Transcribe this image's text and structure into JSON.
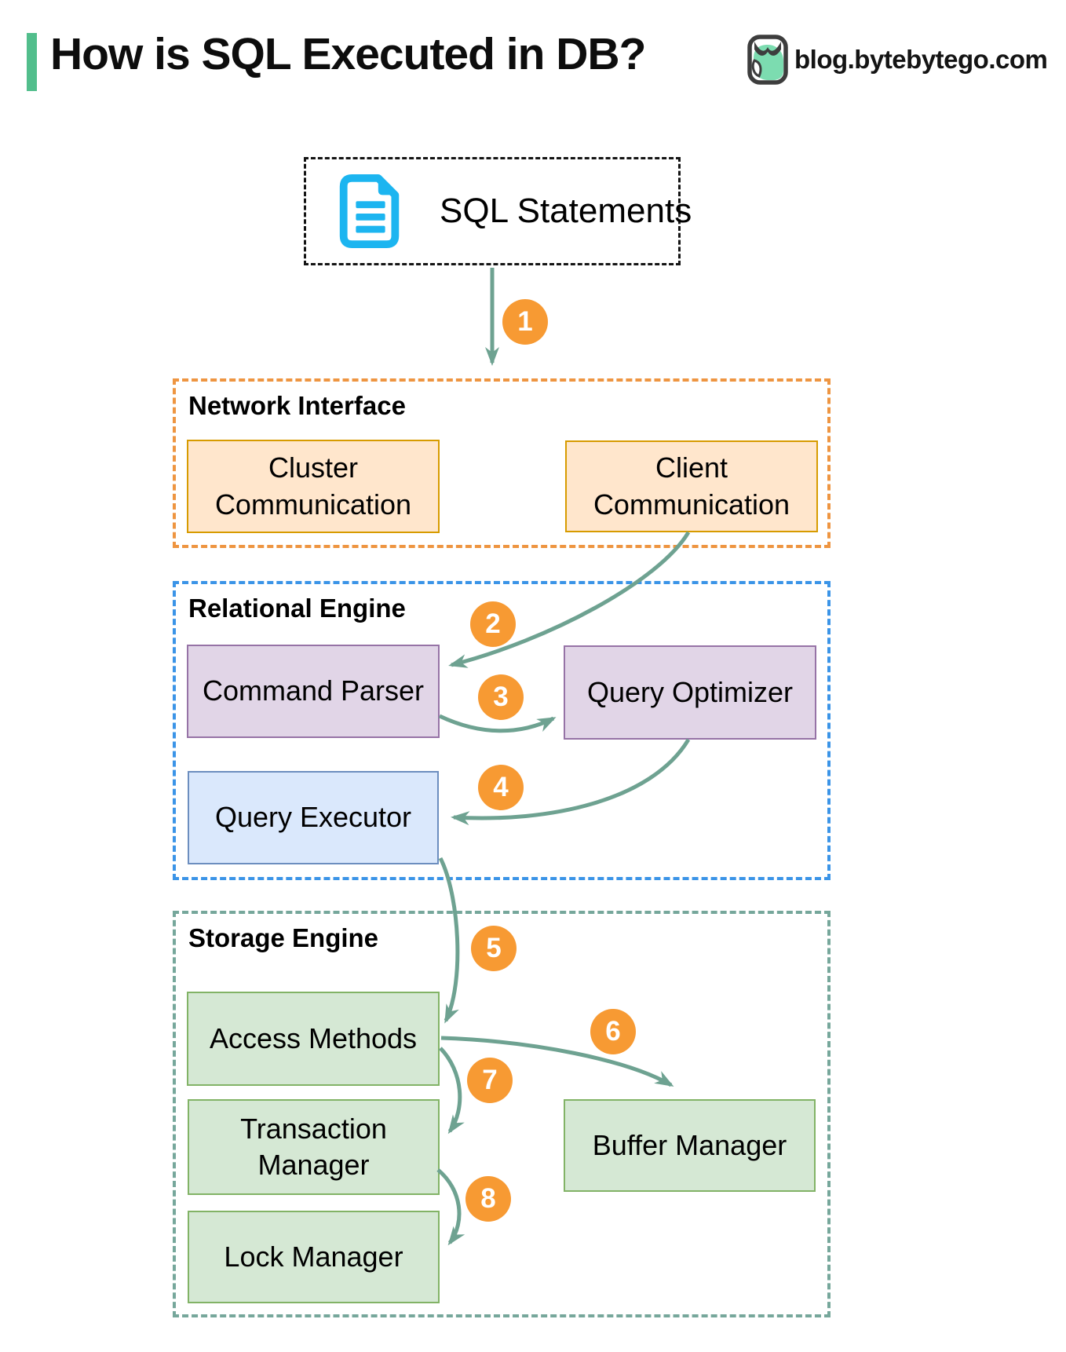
{
  "header": {
    "title": "How is SQL Executed in DB?",
    "site_label": "blog.bytebytego.com",
    "accent_color": "#52BE8C"
  },
  "source": {
    "label": "SQL Statements",
    "icon": "document-icon",
    "icon_color": "#1CB5F0"
  },
  "steps": [
    "1",
    "2",
    "3",
    "4",
    "5",
    "6",
    "7",
    "8"
  ],
  "sections": {
    "network_interface": {
      "label": "Network Interface",
      "border_color": "#EE9541",
      "box_fill": "#FFE6CC",
      "box_border": "#D79B00",
      "boxes": {
        "cluster": "Cluster Communication",
        "client": "Client Communication"
      }
    },
    "relational_engine": {
      "label": "Relational Engine",
      "border_color": "#3B94E7",
      "purple_fill": "#E1D5E7",
      "purple_border": "#9673A6",
      "blue_fill": "#DAE8FC",
      "blue_border": "#6C8EBF",
      "boxes": {
        "command_parser": "Command Parser",
        "query_optimizer": "Query Optimizer",
        "query_executor": "Query Executor"
      }
    },
    "storage_engine": {
      "label": "Storage Engine",
      "border_color": "#76A79B",
      "box_fill": "#D5E8D4",
      "box_border": "#82B366",
      "boxes": {
        "access_methods": "Access Methods",
        "transaction_manager": "Transaction Manager",
        "buffer_manager": "Buffer Manager",
        "lock_manager": "Lock Manager"
      }
    }
  },
  "icons": {
    "logo": "bytebytego-logo",
    "document": "document-icon"
  },
  "colors": {
    "arrow": "#6EA291",
    "badge": "#F79A33"
  }
}
